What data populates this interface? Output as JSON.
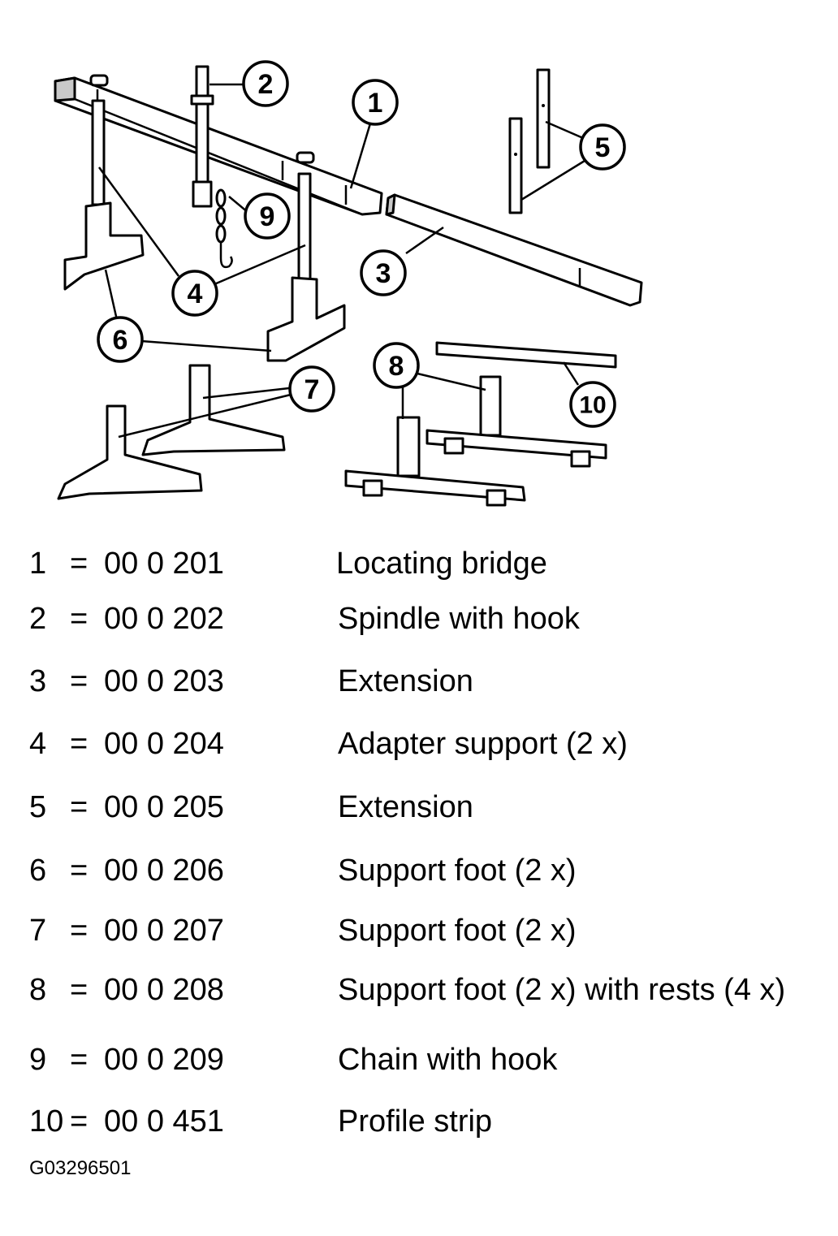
{
  "callouts": [
    "1",
    "2",
    "3",
    "4",
    "5",
    "6",
    "7",
    "8",
    "9",
    "10"
  ],
  "parts": [
    {
      "number": "1",
      "equals": "=",
      "code": "00 0 201",
      "description": "Locating bridge"
    },
    {
      "number": "2",
      "equals": "=",
      "code": "00 0 202",
      "description": "Spindle with hook"
    },
    {
      "number": "3",
      "equals": "=",
      "code": "00 0 203",
      "description": "Extension"
    },
    {
      "number": "4",
      "equals": "=",
      "code": "00 0 204",
      "description": "Adapter support (2 x)"
    },
    {
      "number": "5",
      "equals": "=",
      "code": "00 0 205",
      "description": "Extension"
    },
    {
      "number": "6",
      "equals": "=",
      "code": "00 0 206",
      "description": "Support foot (2 x)"
    },
    {
      "number": "7",
      "equals": "=",
      "code": "00 0 207",
      "description": "Support foot (2 x)"
    },
    {
      "number": "8",
      "equals": "=",
      "code": "00 0 208",
      "description": "Support foot (2 x) with rests (4 x)"
    },
    {
      "number": "9",
      "equals": "=",
      "code": "00 0 209",
      "description": "Chain with hook"
    },
    {
      "number": "10",
      "equals": "=",
      "code": "00 0 451",
      "description": "Profile strip"
    }
  ],
  "figure_id": "G03296501"
}
